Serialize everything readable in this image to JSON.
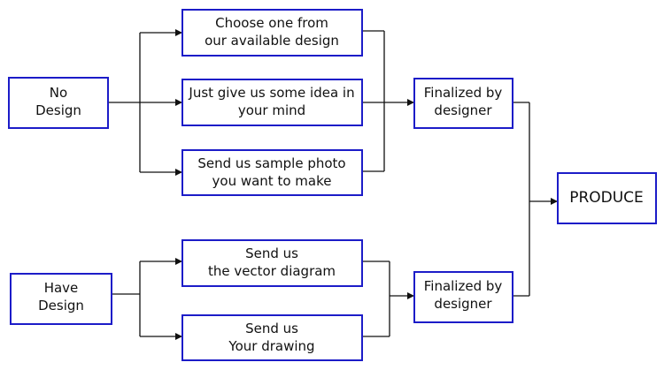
{
  "nodes": {
    "no_design": {
      "lines": [
        "No",
        "Design"
      ]
    },
    "choose_design": {
      "lines": [
        "Choose one from",
        "our available design"
      ]
    },
    "give_idea": {
      "lines": [
        "Just give us some idea in",
        "your mind"
      ]
    },
    "sample_photo": {
      "lines": [
        "Send us sample photo",
        "you want to make"
      ]
    },
    "finalized_top": {
      "lines": [
        "Finalized by",
        "designer"
      ]
    },
    "produce": {
      "lines": [
        "PRODUCE"
      ]
    },
    "have_design": {
      "lines": [
        "Have",
        "Design"
      ]
    },
    "vector_diagram": {
      "lines": [
        "Send us",
        "the vector diagram"
      ]
    },
    "your_drawing": {
      "lines": [
        "Send us",
        "Your drawing"
      ]
    },
    "finalized_bottom": {
      "lines": [
        "Finalized by",
        "designer"
      ]
    }
  },
  "colors": {
    "box_border": "#1c1cc8",
    "text": "#111111",
    "connector": "#111111"
  }
}
